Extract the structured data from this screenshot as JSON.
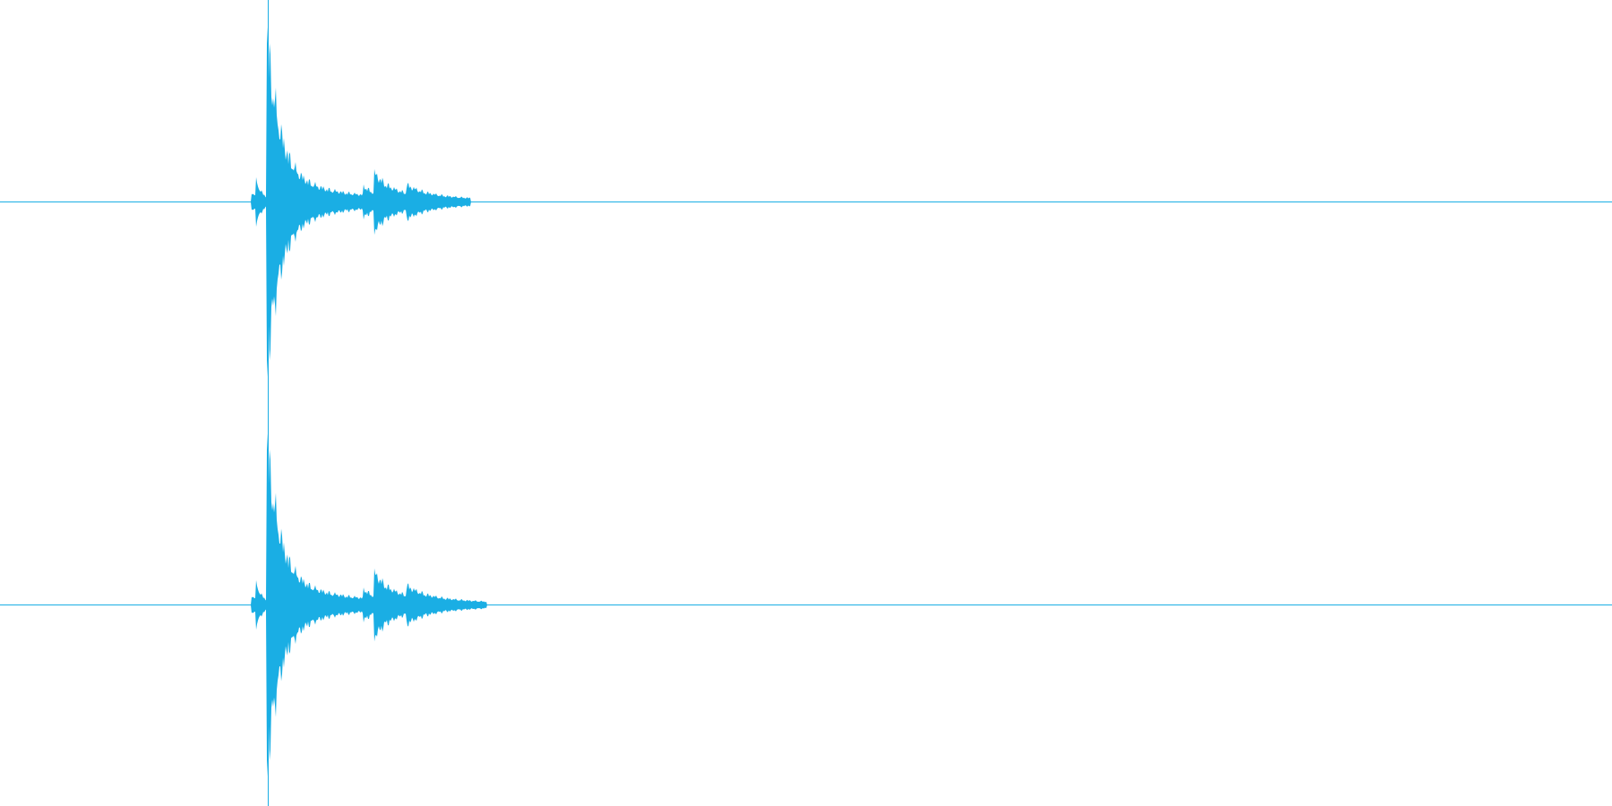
{
  "chart_data": {
    "type": "area",
    "title": "",
    "xlabel": "",
    "ylabel": "",
    "x_range": [
      0,
      1
    ],
    "ylim": [
      -1,
      1
    ],
    "grid": false,
    "legend": "none",
    "color": "#1aaee4",
    "series": [
      {
        "channel": "top",
        "events": [
          {
            "t": 0.1565,
            "peak": 0.06,
            "decay": 0.004
          },
          {
            "t": 0.1595,
            "peak": 0.09,
            "decay": 0.003
          },
          {
            "t": 0.166,
            "peak": 0.97,
            "decay": 0.008
          },
          {
            "t": 0.226,
            "peak": 0.06,
            "decay": 0.004
          },
          {
            "t": 0.233,
            "peak": 0.12,
            "decay": 0.01
          },
          {
            "t": 0.2525,
            "peak": 0.05,
            "decay": 0.012
          }
        ],
        "tail_end": 0.292
      },
      {
        "channel": "bottom",
        "events": [
          {
            "t": 0.1565,
            "peak": 0.06,
            "decay": 0.004
          },
          {
            "t": 0.1595,
            "peak": 0.09,
            "decay": 0.003
          },
          {
            "t": 0.166,
            "peak": 0.95,
            "decay": 0.008
          },
          {
            "t": 0.226,
            "peak": 0.06,
            "decay": 0.004
          },
          {
            "t": 0.233,
            "peak": 0.14,
            "decay": 0.01
          },
          {
            "t": 0.2525,
            "peak": 0.06,
            "decay": 0.012
          }
        ],
        "tail_end": 0.302
      }
    ]
  }
}
